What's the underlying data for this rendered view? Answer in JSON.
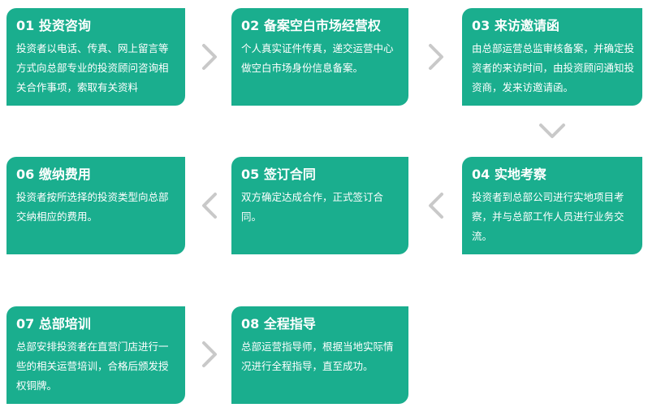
{
  "colors": {
    "card_bg": "#1aae8e",
    "card_text": "#ffffff",
    "arrow": "#c9c9c9"
  },
  "steps": [
    {
      "title": "01 投资咨询",
      "desc": "投资者以电话、传真、网上留言等方式向总部专业的投资顾问咨询相关合作事项，索取有关资料"
    },
    {
      "title": "02 备案空白市场经营权",
      "desc": "个人真实证件传真，递交运营中心做空白市场身份信息备案。"
    },
    {
      "title": "03 来访邀请函",
      "desc": "由总部运营总监审核备案，并确定投资者的来访时间，由投资顾问通知投资商，发来访邀请函。"
    },
    {
      "title": "04 实地考察",
      "desc": "投资者到总部公司进行实地项目考察，并与总部工作人员进行业务交流。"
    },
    {
      "title": "05 签订合同",
      "desc": "双方确定达成合作，正式签订合同。"
    },
    {
      "title": "06 缴纳费用",
      "desc": "投资者按所选择的投资类型向总部交纳相应的费用。"
    },
    {
      "title": "07 总部培训",
      "desc": "总部安排投资者在直营门店进行一些的相关运营培训，合格后颁发授权铜牌。"
    },
    {
      "title": "08 全程指导",
      "desc": "总部运营指导师，根据当地实际情况进行全程指导，直至成功。"
    }
  ],
  "arrows": {
    "a12": "chevron-right-icon",
    "a23": "chevron-right-icon",
    "a34": "chevron-down-icon",
    "a45": "chevron-left-icon",
    "a56": "chevron-left-icon",
    "a78": "chevron-right-icon"
  }
}
